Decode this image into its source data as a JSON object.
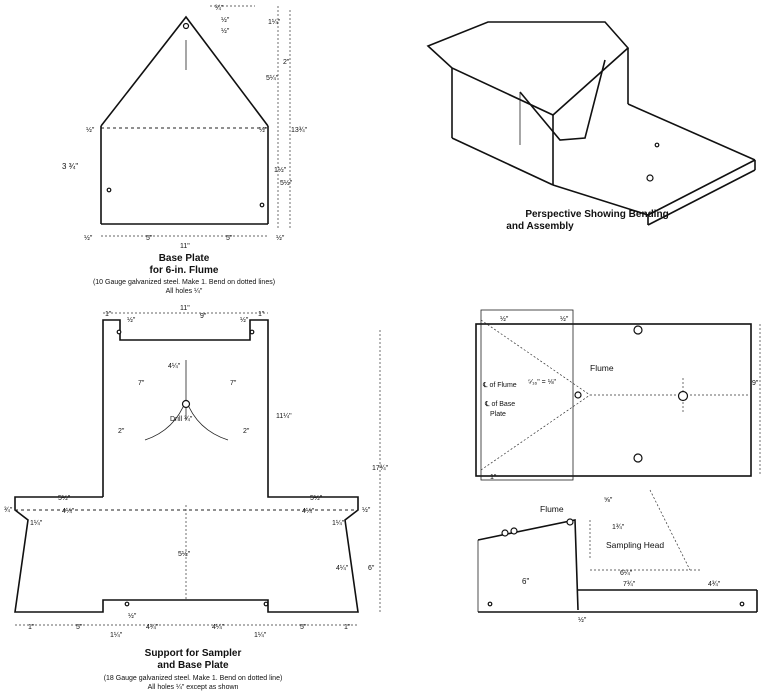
{
  "base_plate": {
    "caption_line1": "Base Plate",
    "caption_line2": "for 6-in. Flume",
    "note_line1": "(10 Gauge galvanized steel. Make 1. Bend on dotted lines)",
    "note_line2": "All holes ¼\"",
    "dims": {
      "top_quarter": "¾\"",
      "top_half": "½\"",
      "top_half2": "½\"",
      "right_1_1_4": "1¼\"",
      "right_2": "2\"",
      "right_5_1_4": "5¼\"",
      "right_13_3_4": "13¾\"",
      "corner_left": "½\"",
      "corner_right": "½\"",
      "left_height": "3 ¾\"",
      "right_1_1_2": "1½\"",
      "right_5_1_2": "5½\"",
      "bottom_half_l": "½\"",
      "bottom_5_l": "5\"",
      "bottom_5_r": "5\"",
      "bottom_11": "11\"",
      "bottom_half_r": "½\""
    }
  },
  "perspective": {
    "caption_line1": "Perspective Showing Bending",
    "caption_line2": "and Assembly"
  },
  "support": {
    "caption_line1": "Support for Sampler",
    "caption_line2": "and Base Plate",
    "note_line1": "(18 Gauge galvanized steel. Make 1. Bend on dotted line)",
    "note_line2": "All holes ¼\" except as shown",
    "dims": {
      "top_11": "11\"",
      "top_9": "9\"",
      "top_1_l": "1\"",
      "top_half_l": "½\"",
      "top_half_r": "½\"",
      "top_1_r": "1\"",
      "inner_4_1_4": "4¼\"",
      "left_7": "7\"",
      "right_7": "7\"",
      "left_2": "2\"",
      "right_2": "2\"",
      "drill": "Drill ¾\"",
      "right_11_1_4": "11¼\"",
      "full_17_3_4": "17¾\"",
      "left_5_1_2": "5½\"",
      "left_4_1_4": "4¼\"",
      "right_5_1_2": "5½\"",
      "right_4_1_4": "4¼\"",
      "ear_l": "¾\"",
      "ear_l2": "1¼\"",
      "ear_r": "1¼\"",
      "ear_r2": "½\"",
      "side_4_1_4": "4¼\"",
      "right_6": "6\"",
      "center_5_1_2": "5½\"",
      "bot_1_l": "1\"",
      "bot_5_l": "5\"",
      "bot_1_1_4_l": "1¼\"",
      "bot_4_1_4_l": "4¼\"",
      "bot_half_l": "½\"",
      "bot_4_1_4_r": "4¼\"",
      "bot_1_1_4_r": "1¼\"",
      "bot_5_r": "5\"",
      "bot_1_r": "1\""
    }
  },
  "assembly_top": {
    "flume_label": "Flume",
    "cl_flume": "℄ of Flume",
    "cl_base": "℄ of Base",
    "plate": "Plate",
    "offset": "⁵⁄₁₆\" = ⅛\"",
    "dim_9": "9\"",
    "dim_half": "½\"",
    "dim_half2": "½\"",
    "dim_1": "1\""
  },
  "assembly_side": {
    "flume_label": "Flume",
    "sampling_head": "Sampling Head",
    "dim_5_8": "⅝\"",
    "dim_1_3_4": "1¾\"",
    "dim_6_1_4": "6¼\"",
    "dim_7_3_4": "7¾\"",
    "dim_4_3_4": "4¾\"",
    "dim_6": "6\"",
    "dim_half": "½\""
  }
}
